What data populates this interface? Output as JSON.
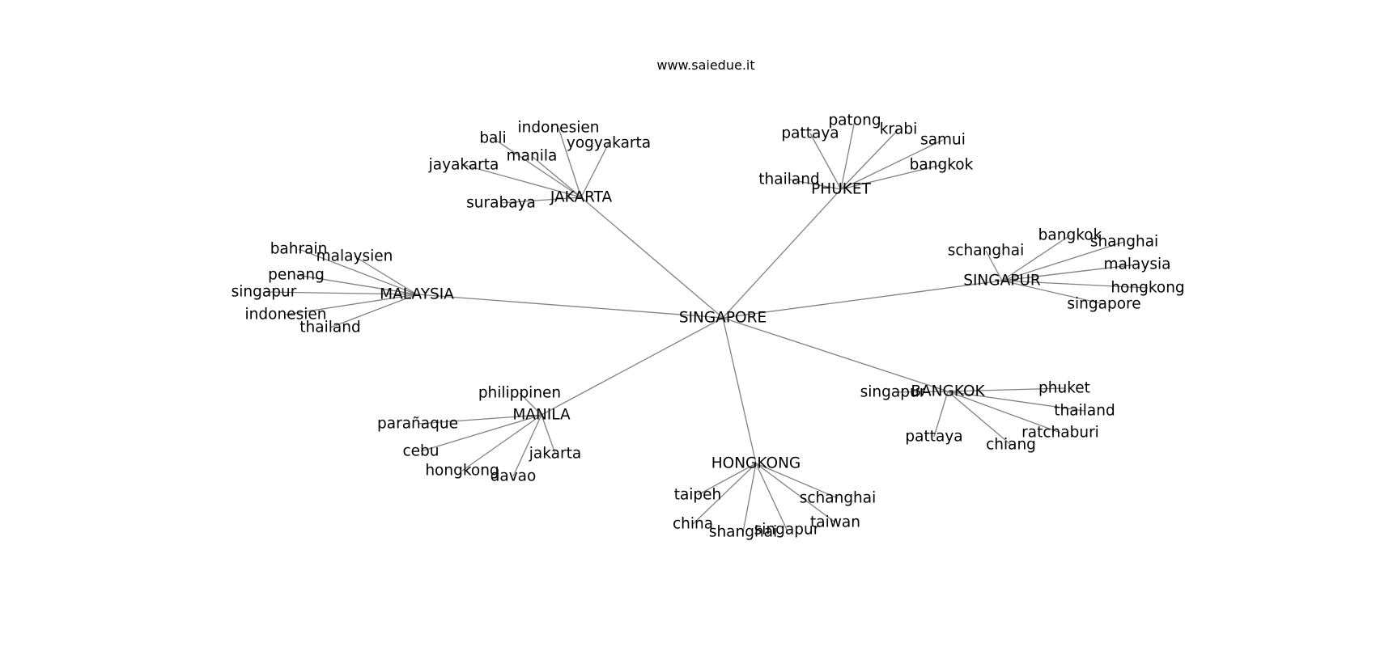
{
  "site": {
    "title": "www.saiedue.it"
  },
  "colors": {
    "edge": "#808080",
    "text": "#000000",
    "background": "#ffffff"
  },
  "graph": {
    "center": "SINGAPORE",
    "hubs": [
      {
        "name": "JAKARTA",
        "leaves": [
          "indonesien",
          "bali",
          "manila",
          "yogyakarta",
          "jayakarta",
          "surabaya"
        ]
      },
      {
        "name": "PHUKET",
        "leaves": [
          "patong",
          "pattaya",
          "krabi",
          "samui",
          "bangkok",
          "thailand"
        ]
      },
      {
        "name": "MALAYSIA",
        "leaves": [
          "bahrain",
          "malaysien",
          "penang",
          "singapur",
          "indonesien",
          "thailand"
        ]
      },
      {
        "name": "SINGAPUR",
        "leaves": [
          "bangkok",
          "shanghai",
          "schanghai",
          "malaysia",
          "hongkong",
          "singapore"
        ]
      },
      {
        "name": "MANILA",
        "leaves": [
          "philippinen",
          "parañaque",
          "cebu",
          "jakarta",
          "hongkong",
          "davao"
        ]
      },
      {
        "name": "BANGKOK",
        "leaves": [
          "singapur",
          "phuket",
          "thailand",
          "ratchaburi",
          "pattaya",
          "chiang"
        ]
      },
      {
        "name": "HONGKONG",
        "leaves": [
          "taipeh",
          "schanghai",
          "china",
          "taiwan",
          "shanghai",
          "singapur"
        ]
      }
    ]
  }
}
